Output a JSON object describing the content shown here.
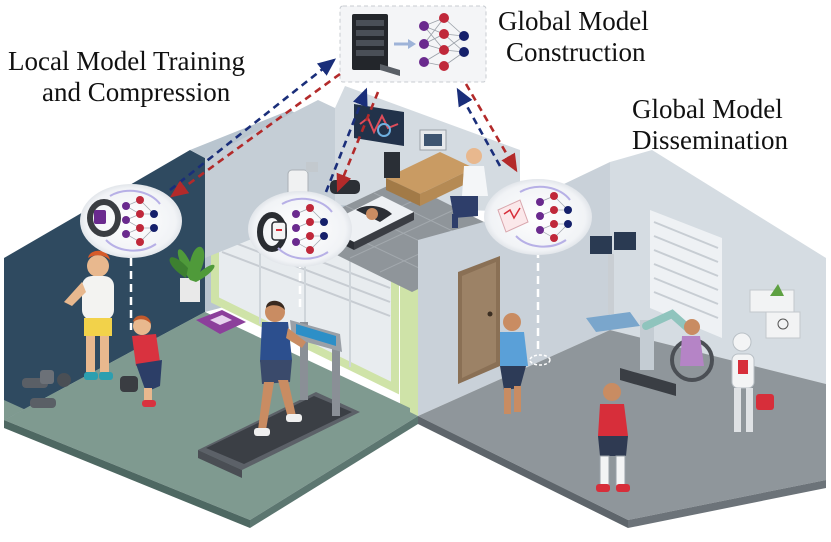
{
  "captions": {
    "local": [
      "Local Model Training",
      "and Compression"
    ],
    "construction": [
      "Global Model",
      "Construction"
    ],
    "dissemination": [
      "Global Model",
      "Dissemination"
    ]
  },
  "colors": {
    "upload_arrow": "#1a2e7a",
    "download_arrow": "#b32a2a",
    "node_red": "#c0283a",
    "node_purple": "#6a2a8e",
    "node_navy": "#15206b",
    "left_wall": "#2f4a60",
    "center_wall": "#b8c4cf",
    "right_wall": "#c9d1d9",
    "left_floor": "#7f9a90",
    "right_floor": "#8f969b"
  },
  "icons": {
    "server": "server-icon",
    "smart_ring": "smart-ring-icon",
    "smart_band": "smart-band-icon",
    "smart_patch": "smart-patch-icon"
  }
}
